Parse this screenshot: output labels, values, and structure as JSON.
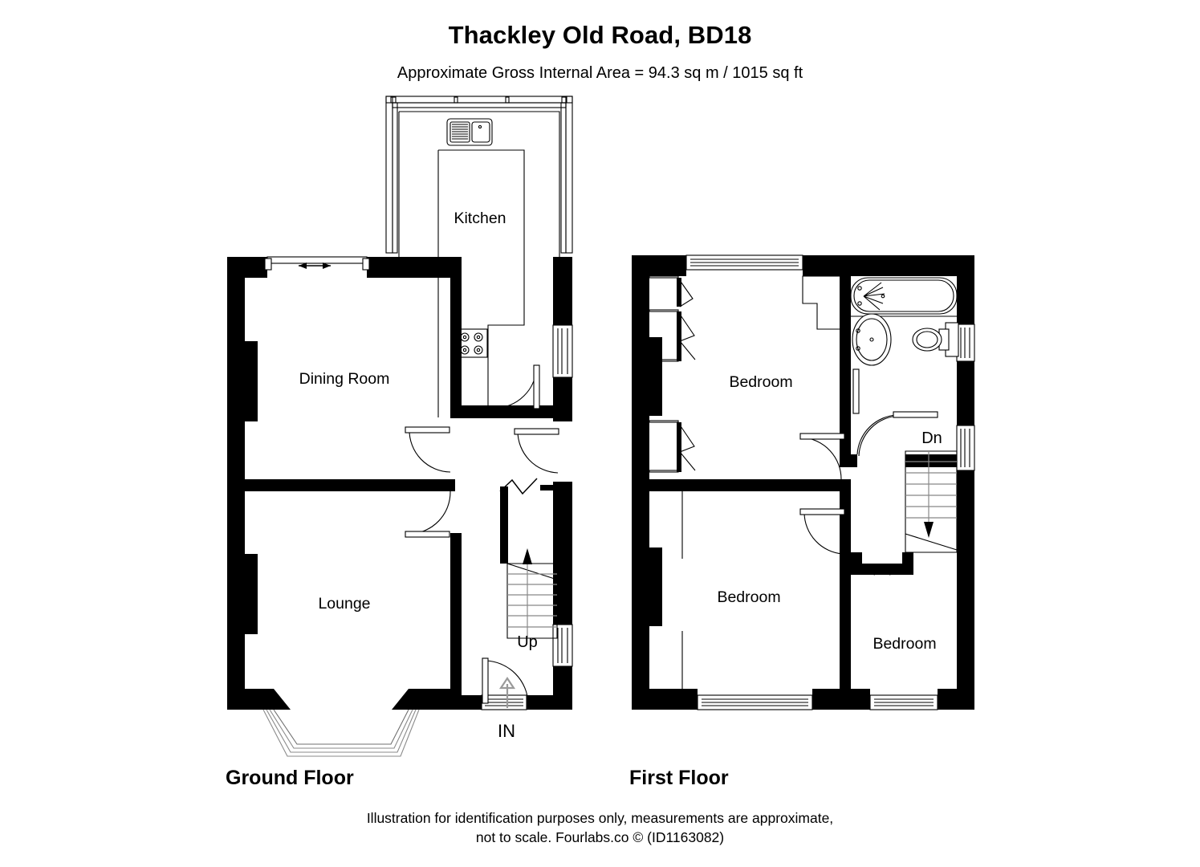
{
  "header": {
    "title": "Thackley Old Road, BD18",
    "subtitle": "Approximate Gross Internal Area = 94.3 sq m / 1015 sq ft"
  },
  "floors": [
    {
      "id": "ground",
      "label": "Ground Floor",
      "rooms": [
        {
          "name": "Kitchen",
          "label": "Kitchen"
        },
        {
          "name": "Dining Room",
          "label": "Dining Room"
        },
        {
          "name": "Lounge",
          "label": "Lounge"
        }
      ],
      "annotations": [
        {
          "name": "stair-direction",
          "label": "Up"
        },
        {
          "name": "entrance",
          "label": "IN"
        }
      ]
    },
    {
      "id": "first",
      "label": "First Floor",
      "rooms": [
        {
          "name": "Bedroom 1",
          "label": "Bedroom"
        },
        {
          "name": "Bedroom 2",
          "label": "Bedroom"
        },
        {
          "name": "Bedroom 3",
          "label": "Bedroom"
        }
      ],
      "annotations": [
        {
          "name": "stair-direction",
          "label": "Dn"
        }
      ]
    }
  ],
  "footer": {
    "line1": "Illustration for identification purposes only, measurements are approximate,",
    "line2": "not to scale. Fourlabs.co © (ID1163082)"
  },
  "colors": {
    "wall": "#000000",
    "background": "#ffffff",
    "stair_tread": "#888888",
    "in_arrow": "#9a9a9a"
  },
  "icons": {
    "kitchen_sink": "sink-icon",
    "kitchen_hob": "hob-icon",
    "bath": "bathtub-icon",
    "basin": "washbasin-icon",
    "wc": "toilet-icon",
    "up_arrow": "arrow-up-icon",
    "down_arrow": "arrow-down-icon",
    "in_arrow": "arrow-in-icon",
    "sliding_door": "sliding-door-arrow-icon"
  }
}
